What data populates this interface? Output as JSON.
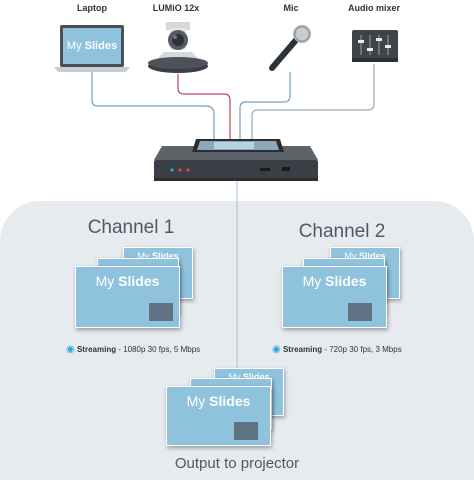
{
  "devices": {
    "laptop": "Laptop",
    "camera": "LUMiO 12x",
    "mic": "Mic",
    "mixer": "Audio mixer"
  },
  "laptop_screen": {
    "prefix": "My",
    "word": "Slides"
  },
  "slide": {
    "prefix": "My",
    "word": "Slides"
  },
  "channels": [
    {
      "title": "Channel 1",
      "stream_label": "Streaming",
      "stream_detail": " - 1080p 30 fps, 5 Mbps"
    },
    {
      "title": "Channel 2",
      "stream_label": "Streaming",
      "stream_detail": " - 720p 30 fps, 3 Mbps"
    }
  ],
  "output": {
    "title": "Output to projector"
  },
  "colors": {
    "panel": "#e7ebf0",
    "slide_blue": "#8ec2dd",
    "cable_blue": "#6e9fc9",
    "cable_red": "#b5485e",
    "cable_gray": "#9aa7b2",
    "accent": "#2aa7e0"
  }
}
